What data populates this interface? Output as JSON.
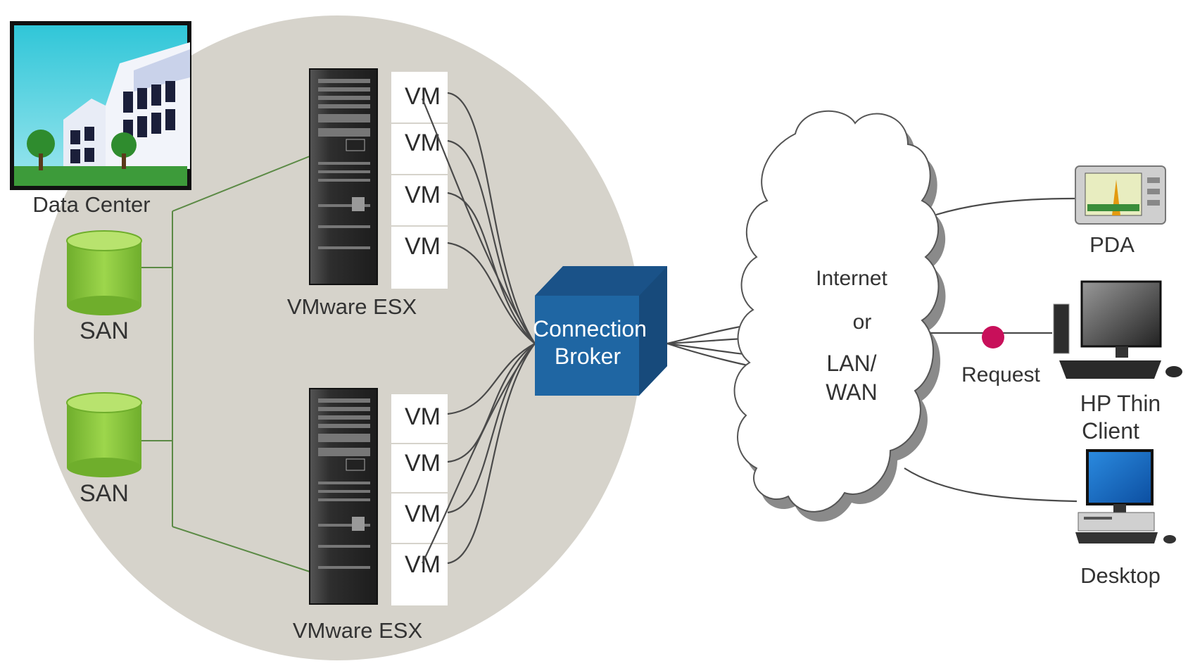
{
  "labels": {
    "data_center": "Data Center",
    "san": "SAN",
    "vmware_esx": "VMware ESX",
    "vm": "VM",
    "connection_broker": [
      "Connection",
      "Broker"
    ],
    "network": [
      "Internet",
      "or",
      "LAN/",
      "WAN"
    ],
    "pda": "PDA",
    "request": "Request",
    "thin_client": [
      "HP Thin",
      "Client"
    ],
    "desktop": "Desktop"
  },
  "colors": {
    "zone_fill": "#d6d3cb",
    "san_green": "#8dc63f",
    "broker_blue": "#1f66a3",
    "request_dot": "#c8105a",
    "server_dark": "#2a2a2a"
  },
  "icons": {
    "data_center": "office-building-icon",
    "san": "storage-cylinder-icon",
    "server": "server-rack-icon",
    "broker": "cube-icon",
    "network": "cloud-icon",
    "pda": "pda-icon",
    "thin_client": "thin-client-icon",
    "desktop": "desktop-computer-icon"
  }
}
